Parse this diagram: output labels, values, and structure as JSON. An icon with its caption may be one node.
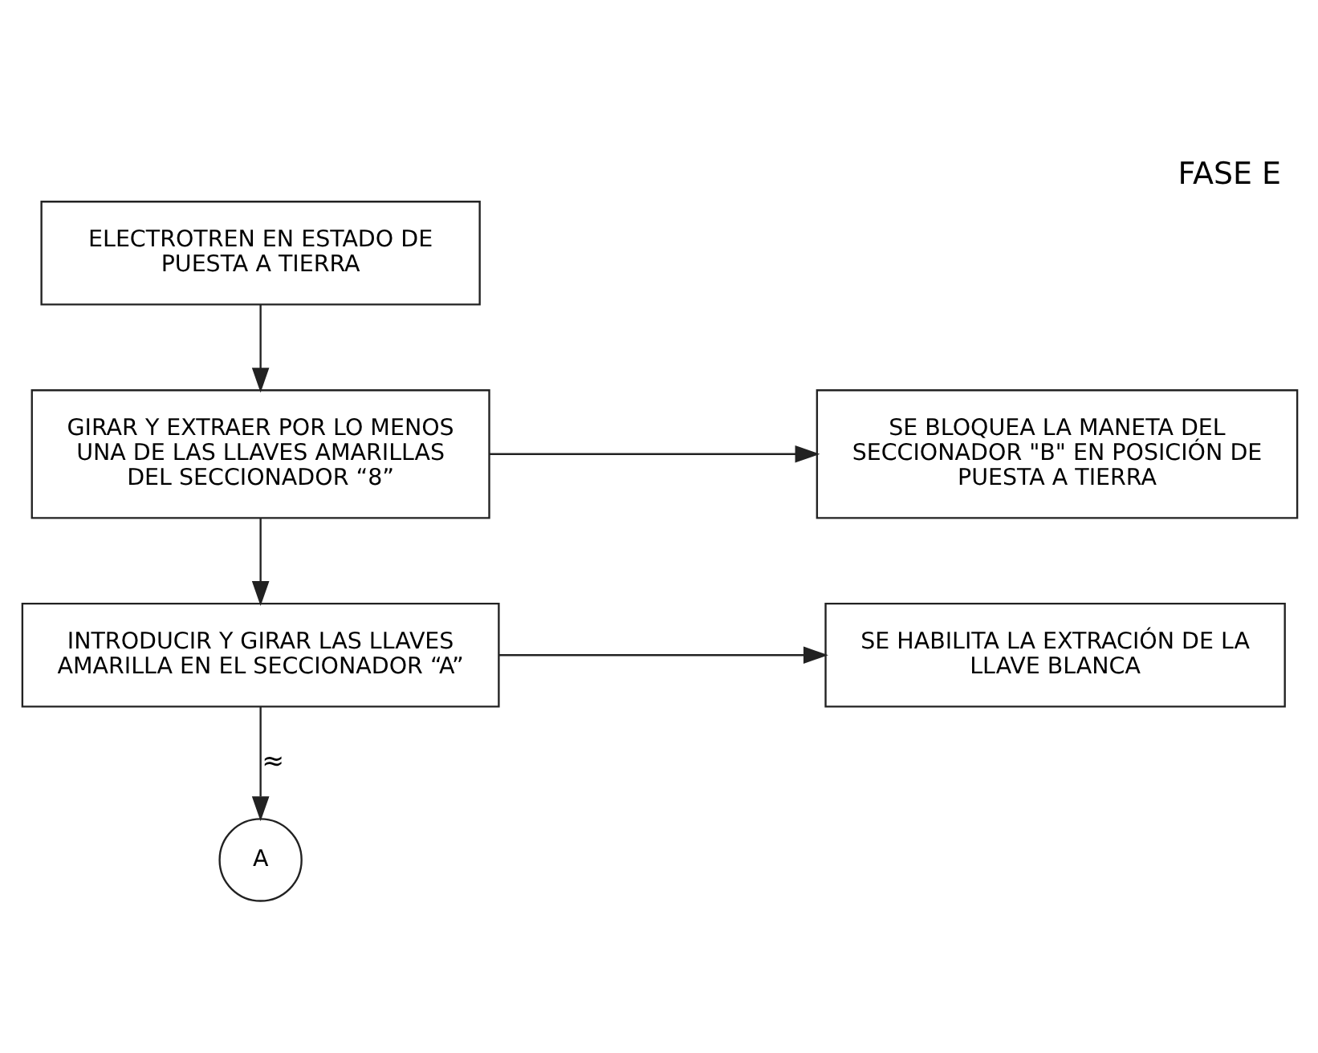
{
  "diagram": {
    "title": "FASE E",
    "nodes": [
      {
        "text": [
          "ELECTROTREN EN ESTADO DE PUESTA A TIERRA"
        ]
      },
      {
        "text": [
          "GIRAR Y EXTRAER POR LO MENOS UNA DE LAS LLAVES AMARILLAS DEL SECCIONADOR “8”"
        ]
      },
      {
        "text": [
          "SE BLOQUEA LA MANETA DEL SECCIONADOR \"B\" EN POSICIÓN DE PUESTA A TIERRA"
        ]
      },
      {
        "text": [
          "INTRODUCIR Y GIRAR LAS LLAVES AMARILLA EN EL SECCIONADOR “A”"
        ]
      },
      {
        "text": [
          "SE HABILITA LA EXTRACIÓN DE LA LLAVE BLANCA"
        ]
      },
      {
        "text": [
          "A"
        ]
      }
    ],
    "edges": [
      {
        "from": 0,
        "to": 1,
        "arrow": "to"
      },
      {
        "from": 1,
        "to": 2,
        "arrow": "to"
      },
      {
        "from": 1,
        "to": 3,
        "arrow": "to"
      },
      {
        "from": 3,
        "to": 4,
        "arrow": "to"
      },
      {
        "from": 3,
        "to": 5,
        "arrow": "to",
        "label": "≈"
      }
    ]
  }
}
